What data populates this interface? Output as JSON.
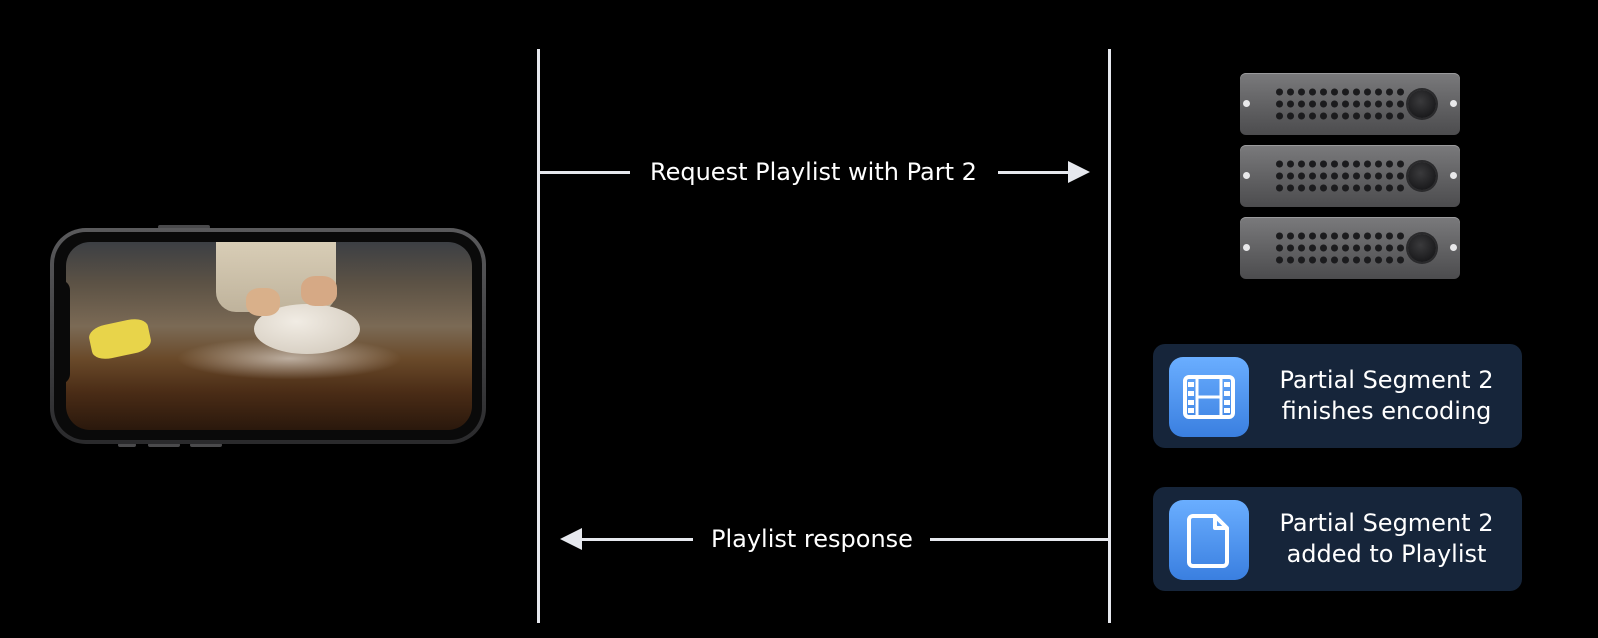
{
  "arrows": {
    "request": {
      "label": "Request Playlist with Part 2",
      "direction": "right"
    },
    "response": {
      "label": "Playlist response",
      "direction": "left"
    }
  },
  "devices": {
    "client": {
      "icon": "iphone-icon"
    },
    "server": {
      "icon": "server-rack-icon",
      "units": 3
    }
  },
  "events": [
    {
      "icon": "film-strip-icon",
      "line1": "Partial Segment 2",
      "line2": "finishes encoding"
    },
    {
      "icon": "document-icon",
      "line1": "Partial Segment 2",
      "line2": "added to Playlist"
    }
  ],
  "colors": {
    "background": "#000000",
    "line": "#e6e8ee",
    "card_bg": "#16253a",
    "icon_blue": "#4a90f0"
  }
}
